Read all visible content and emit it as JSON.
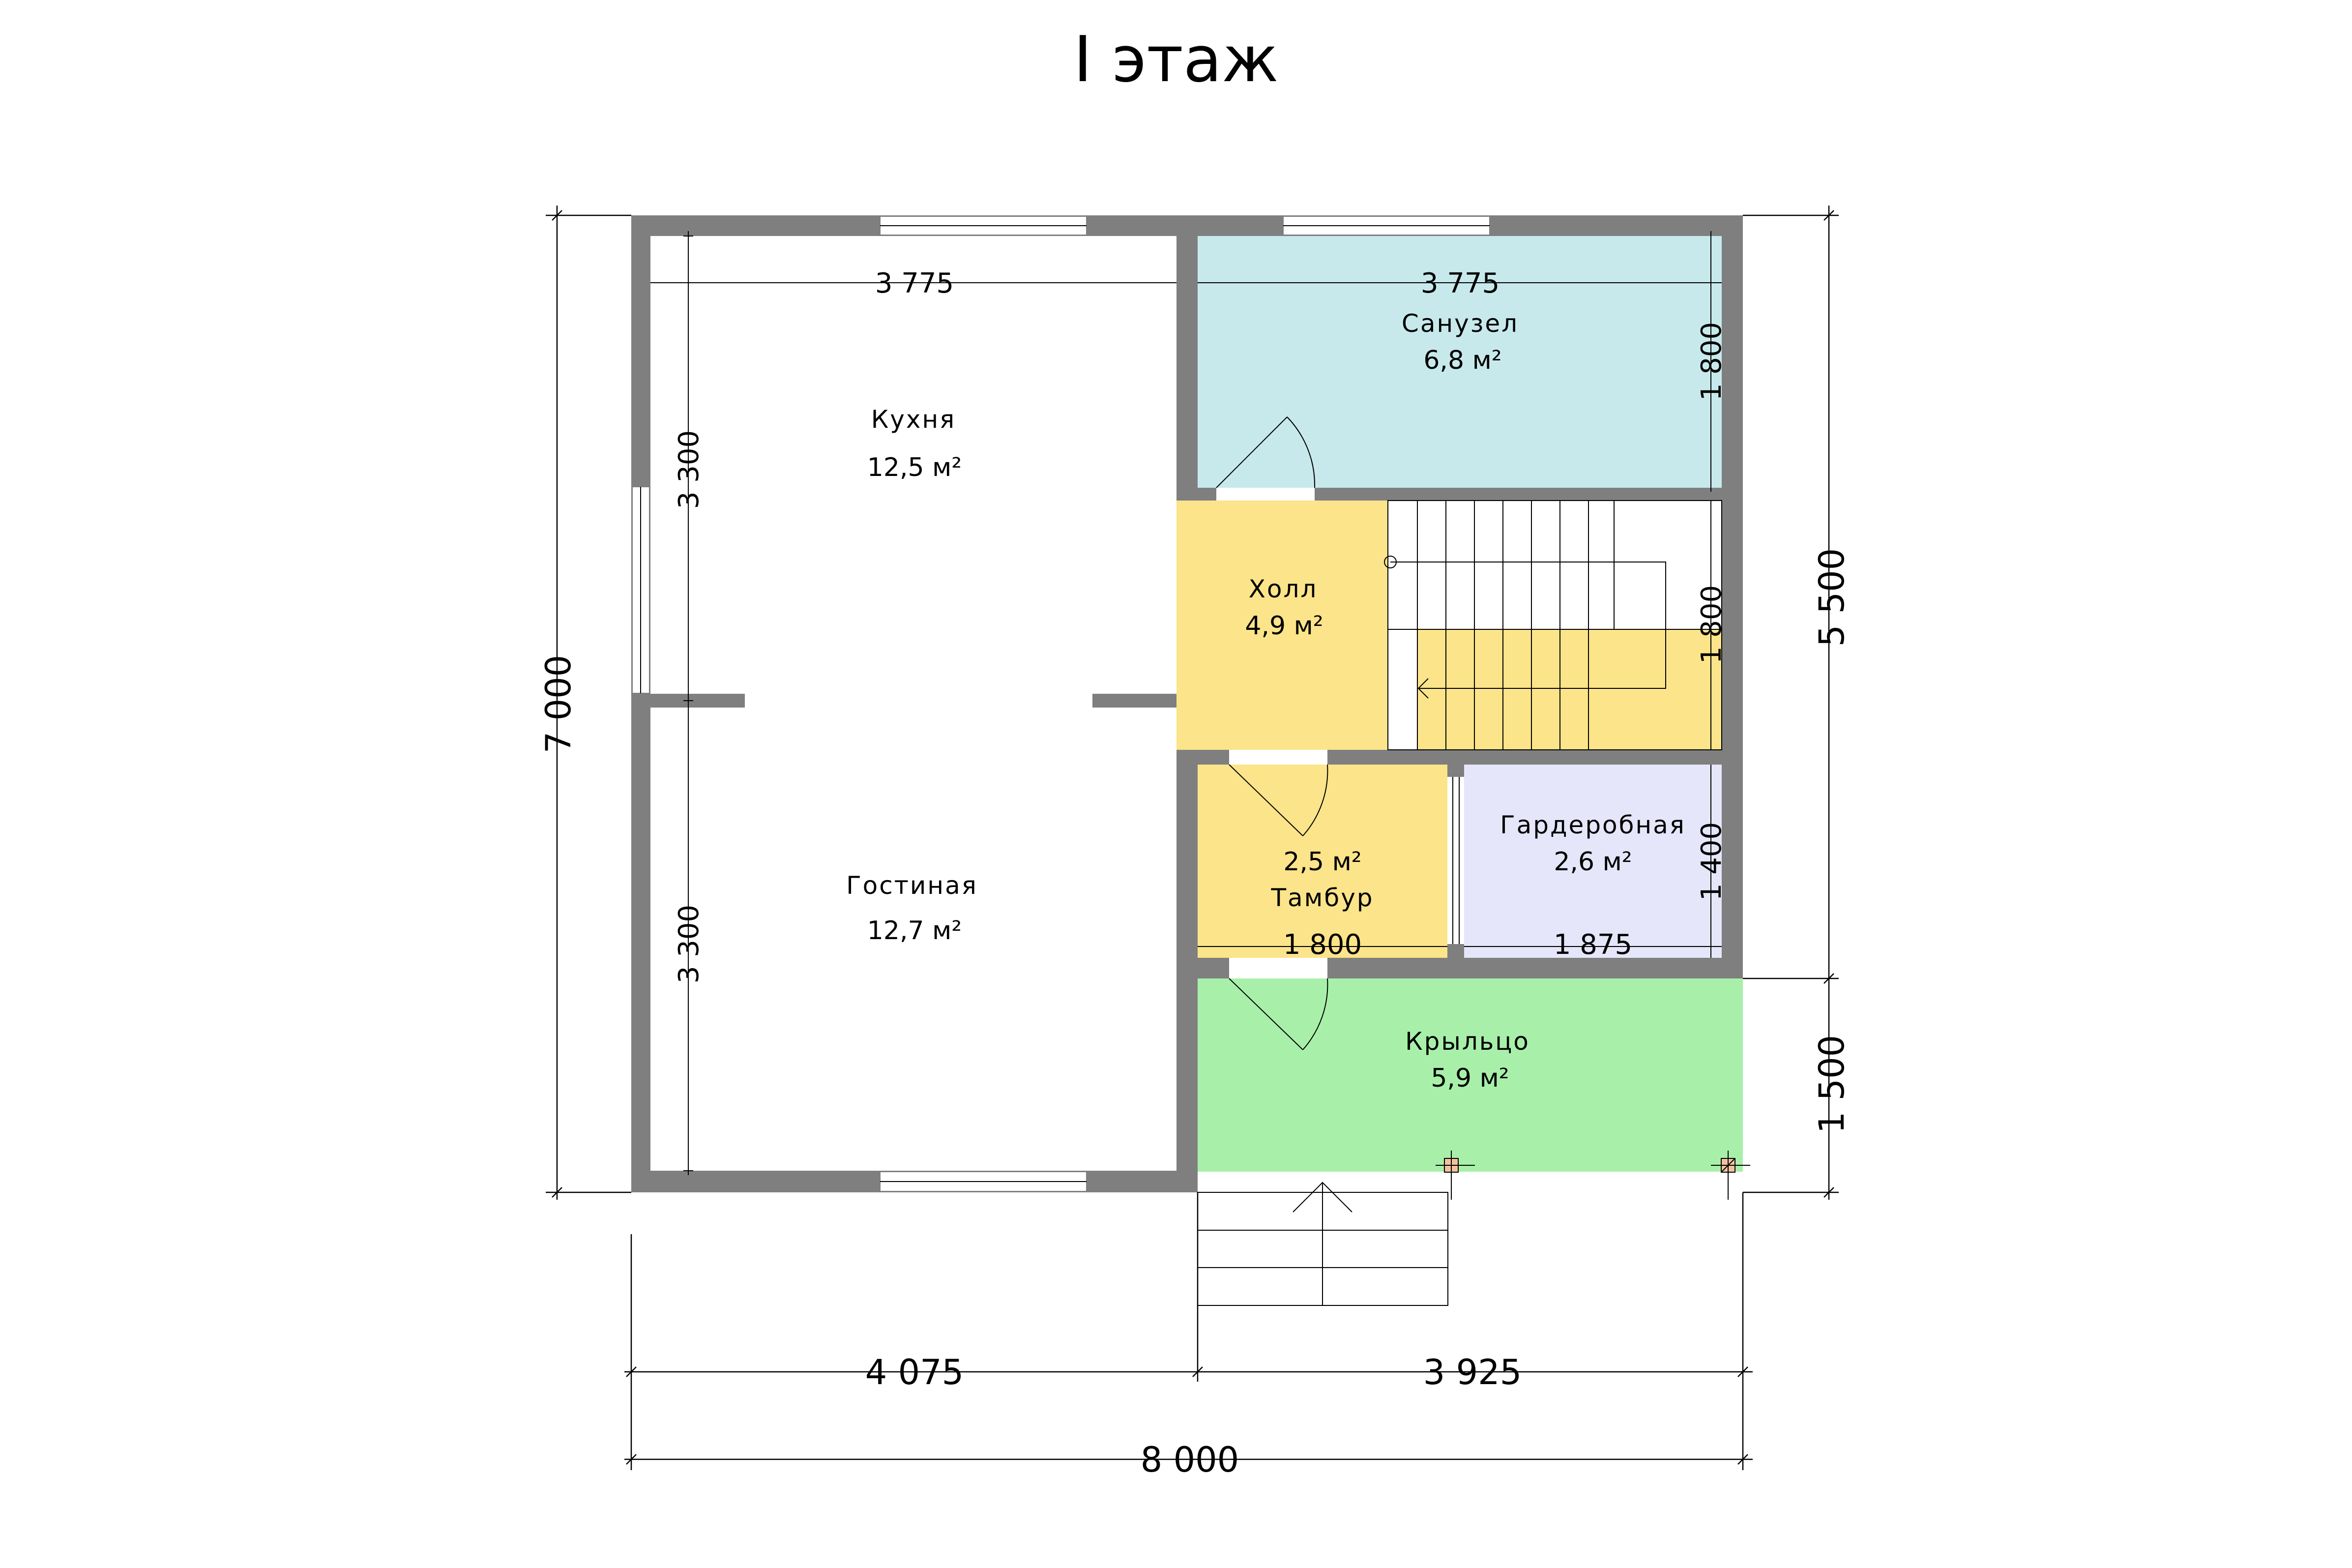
{
  "title": "I этаж",
  "colors": {
    "wall": "#7f7f7f",
    "sanuzel": "#c7e9ec",
    "holl": "#fbe48a",
    "tambur": "#fbe48a",
    "garderob": "#e6e6fa",
    "kryltso": "#a8f0aa",
    "living": "#ffffff"
  },
  "rooms": {
    "kuhnya": {
      "name": "Кухня",
      "area": "12,5 м²"
    },
    "gostinaya": {
      "name": "Гостиная",
      "area": "12,7 м²"
    },
    "sanuzel": {
      "name": "Санузел",
      "area": "6,8 м²"
    },
    "holl": {
      "name": "Холл",
      "area": "4,9 м²"
    },
    "tambur": {
      "name": "Тамбур",
      "area": "2,5 м²"
    },
    "garderob": {
      "name": "Гардеробная",
      "area": "2,6 м²"
    },
    "kryltso": {
      "name": "Крыльцо",
      "area": "5,9 м²"
    }
  },
  "dimensions": {
    "overall_height": "7 000",
    "right_upper": "5 500",
    "right_lower": "1 500",
    "bottom_left": "4 075",
    "bottom_right": "3 925",
    "overall_width": "8 000",
    "kitchen_width": "3 775",
    "sanuzel_width": "3 775",
    "kitchen_height": "3 300",
    "living_height": "3 300",
    "sanuzel_height": "1 800",
    "holl_height": "1 800",
    "garderob_height": "1 400",
    "tambur_width": "1 800",
    "garderob_width": "1 875"
  }
}
